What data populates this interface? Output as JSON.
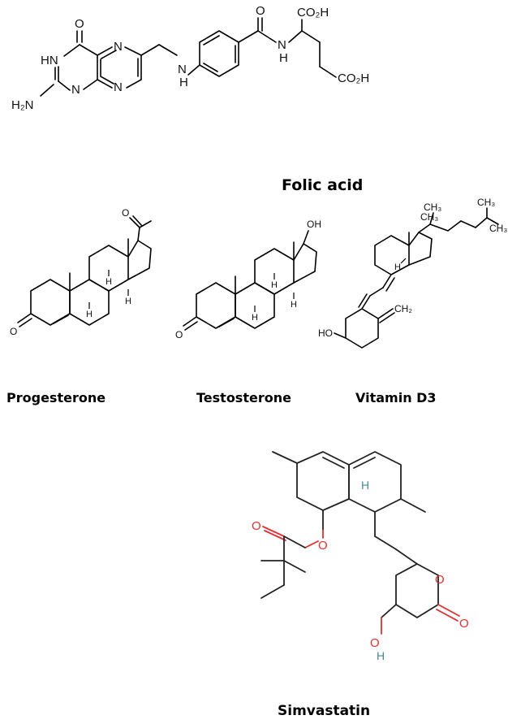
{
  "molecules": {
    "folic_acid": {
      "name": "Folic acid",
      "atom_labels": {
        "o_keto": "O",
        "hn": "HN",
        "n5": "N",
        "n8": "N",
        "n1": "N",
        "h2n": "H₂N",
        "nh_amine": "N",
        "h_amine": "H",
        "o_amide": "O",
        "nh_amide": "N",
        "h_amide": "H",
        "co2h_top": "CO₂H",
        "co2h_side": "CO₂H"
      }
    },
    "progesterone": {
      "name": "Progesterone",
      "atom_labels": {
        "o_ketone": "O",
        "o_acetyl": "O",
        "h1": "H",
        "h2": "H",
        "h3": "H"
      }
    },
    "testosterone": {
      "name": "Testosterone",
      "atom_labels": {
        "o_ketone": "O",
        "oh": "OH",
        "h1": "H",
        "h2": "H",
        "h3": "H"
      }
    },
    "vitamin_d3": {
      "name": "Vitamin D3",
      "atom_labels": {
        "ch3_1": "CH₃",
        "ch3_2": "CH₃",
        "ch3_3": "CH₃",
        "ch3_4": "CH₃",
        "h": "H",
        "ch2": "CH₂",
        "ho": "HO"
      }
    },
    "simvastatin": {
      "name": "Simvastatin",
      "atom_labels": {
        "h_ring": "H",
        "o_ester": "O",
        "o_carbonyl": "O",
        "o_lactone": "O",
        "o_lactone_keto": "O",
        "o_hydroxyl": "O",
        "h_hydroxyl": "H"
      },
      "colors": {
        "oxygen": "#e03030",
        "hydrogen": "#4a8a9a"
      }
    }
  }
}
